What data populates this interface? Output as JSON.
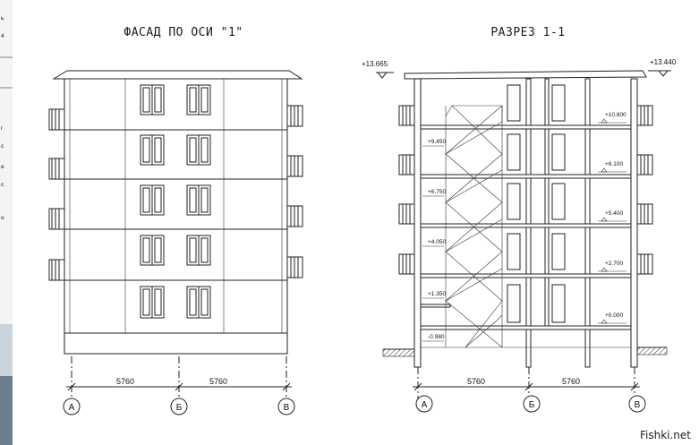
{
  "facade": {
    "title": "ФАСАД ПО ОСИ \"1\"",
    "dims": [
      "5760",
      "5760"
    ],
    "axes": [
      "А",
      "Б",
      "В"
    ]
  },
  "section": {
    "title": "РАЗРЕЗ 1-1",
    "roof_left": "+13.665",
    "roof_right": "+13.440",
    "levels_right": [
      "+10.800",
      "+8.100",
      "+5.400",
      "+2.700",
      "+0.000"
    ],
    "levels_left": [
      "+9.450",
      "+6.750",
      "+4.050",
      "+1.350",
      "-0.980"
    ],
    "dims": [
      "5760",
      "5760"
    ],
    "axes": [
      "А",
      "Б",
      "В"
    ]
  },
  "watermark": "Fishki.net",
  "left_edge_chars": [
    "ь",
    "4",
    "г",
    "с",
    "е",
    "с",
    "о"
  ]
}
